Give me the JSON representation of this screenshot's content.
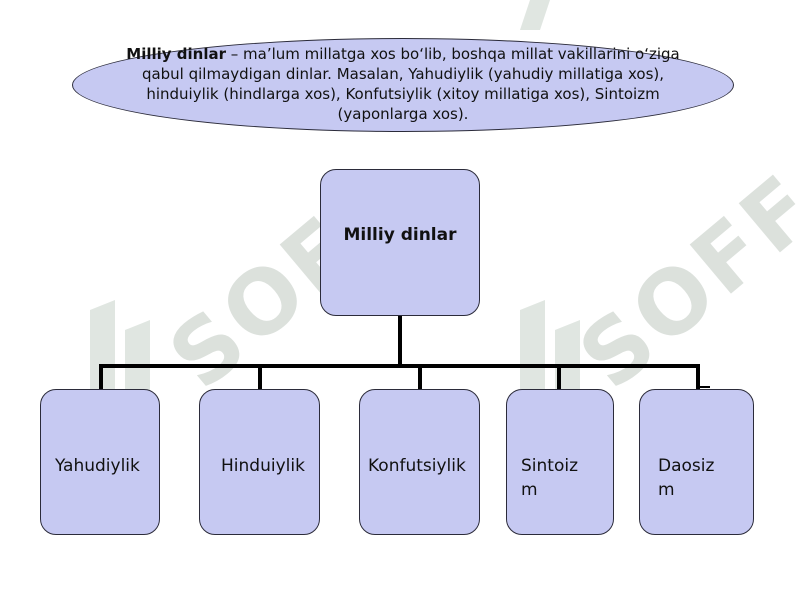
{
  "definition": {
    "term": "Milliy dinlar",
    "text": " –  ma’lum millatga xos bo‘lib, boshqa millat vakillarini o‘ziga qabul qilmaydigan dinlar. Masalan, Yahudiylik (yahudiy millatiga xos), hinduiylik (hindlarga xos), Konfutsiylik (xitoy millatiga xos), Sintoizm (yaponlarga xos)."
  },
  "root": {
    "label": "Milliy dinlar"
  },
  "children": [
    {
      "label": "Yahudiylik"
    },
    {
      "label": "Hinduiylik"
    },
    {
      "label": "Konfutsiylik"
    },
    {
      "label": "Sintoizm"
    },
    {
      "label": "Daosizm"
    }
  ],
  "watermark": {
    "text": "SOFF",
    "color": "#d6dcd7"
  },
  "colors": {
    "box_fill": "#c6c9f2",
    "line": "#000000"
  }
}
